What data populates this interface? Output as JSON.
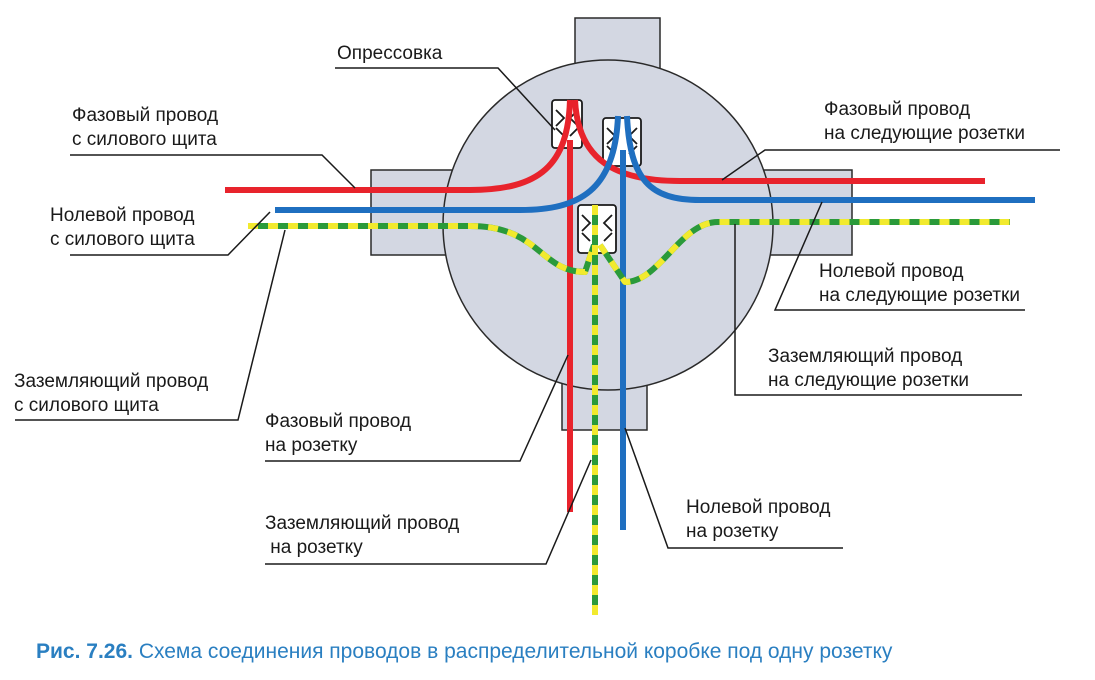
{
  "colors": {
    "box": "#d3d7e2",
    "box_stroke": "#2a2a2a",
    "phase": "#e8232c",
    "neutral": "#1f6fc0",
    "ground_green": "#2a9a3a",
    "ground_yellow": "#f2ea2e",
    "leader": "#1a1a1a",
    "caption": "#2a7fc1"
  },
  "labels": {
    "crimp": "Опрессовка",
    "phase_in": [
      "Фазовый провод",
      "с силового щита"
    ],
    "phase_next": [
      "Фазовый провод",
      "на следующие розетки"
    ],
    "neutral_in": [
      "Нолевой провод",
      "с силового щита"
    ],
    "neutral_next": [
      "Нолевой провод",
      "на следующие розетки"
    ],
    "ground_in": [
      "Заземляющий провод",
      "с силового щита"
    ],
    "ground_next": [
      "Заземляющий провод",
      "на следующие розетки"
    ],
    "phase_socket": [
      "Фазовый провод",
      "на розетку"
    ],
    "ground_socket": [
      "Заземляющий провод",
      " на розетку"
    ],
    "neutral_socket": [
      "Нолевой провод",
      "на розетку"
    ]
  },
  "caption": {
    "figure": "Рис. 7.26.",
    "text": " Схема соединения проводов в распределительной коробке под одну розетку"
  }
}
